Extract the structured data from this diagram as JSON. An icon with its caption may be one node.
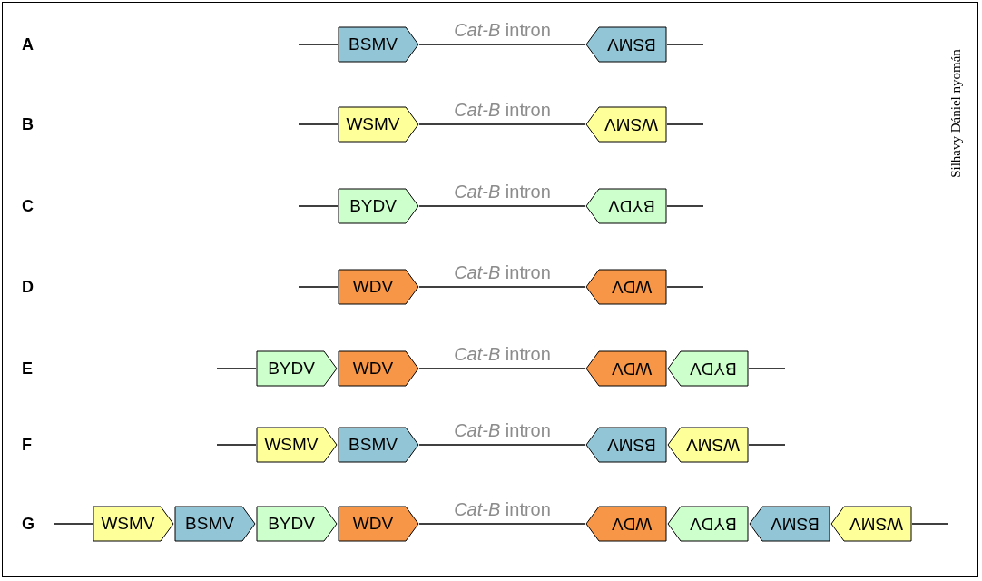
{
  "diagram": {
    "nodes": [
      {
        "text": [
          "BSMV"
        ]
      },
      {
        "text": [
          "BSMV"
        ]
      },
      {
        "text": [
          "WSMV"
        ]
      },
      {
        "text": [
          "WSMV"
        ]
      },
      {
        "text": [
          "BYDV"
        ]
      },
      {
        "text": [
          "BYDV"
        ]
      },
      {
        "text": [
          "WDV"
        ]
      },
      {
        "text": [
          "WDV"
        ]
      },
      {
        "text": [
          "BYDV"
        ]
      },
      {
        "text": [
          "WDV"
        ]
      },
      {
        "text": [
          "WDV"
        ]
      },
      {
        "text": [
          "BYDV"
        ]
      },
      {
        "text": [
          "WSMV"
        ]
      },
      {
        "text": [
          "BSMV"
        ]
      },
      {
        "text": [
          "BSMV"
        ]
      },
      {
        "text": [
          "WSMV"
        ]
      },
      {
        "text": [
          "WSMV"
        ]
      },
      {
        "text": [
          "BSMV"
        ]
      },
      {
        "text": [
          "BYDV"
        ]
      },
      {
        "text": [
          "WDV"
        ]
      },
      {
        "text": [
          "WDV"
        ]
      },
      {
        "text": [
          "BYDV"
        ]
      },
      {
        "text": [
          "BSMV"
        ]
      },
      {
        "text": [
          "WSMV"
        ]
      }
    ],
    "edges": [
      {
        "from": 0,
        "to": 1,
        "arrow": "none",
        "label": "*Cat-B* intron"
      },
      {
        "from": 2,
        "to": 3,
        "arrow": "none",
        "label": "*Cat-B* intron"
      },
      {
        "from": 4,
        "to": 5,
        "arrow": "none",
        "label": "*Cat-B* intron"
      },
      {
        "from": 6,
        "to": 7,
        "arrow": "none",
        "label": "*Cat-B* intron"
      },
      {
        "from": 9,
        "to": 10,
        "arrow": "none",
        "label": "*Cat-B* intron"
      },
      {
        "from": 13,
        "to": 14,
        "arrow": "none",
        "label": "*Cat-B* intron"
      },
      {
        "from": 19,
        "to": 20,
        "arrow": "none",
        "label": "*Cat-B* intron"
      }
    ],
    "labels": [
      "A",
      "B",
      "C",
      "D",
      "E",
      "F",
      "G",
      "Silhavy Dániel nyomán"
    ]
  }
}
